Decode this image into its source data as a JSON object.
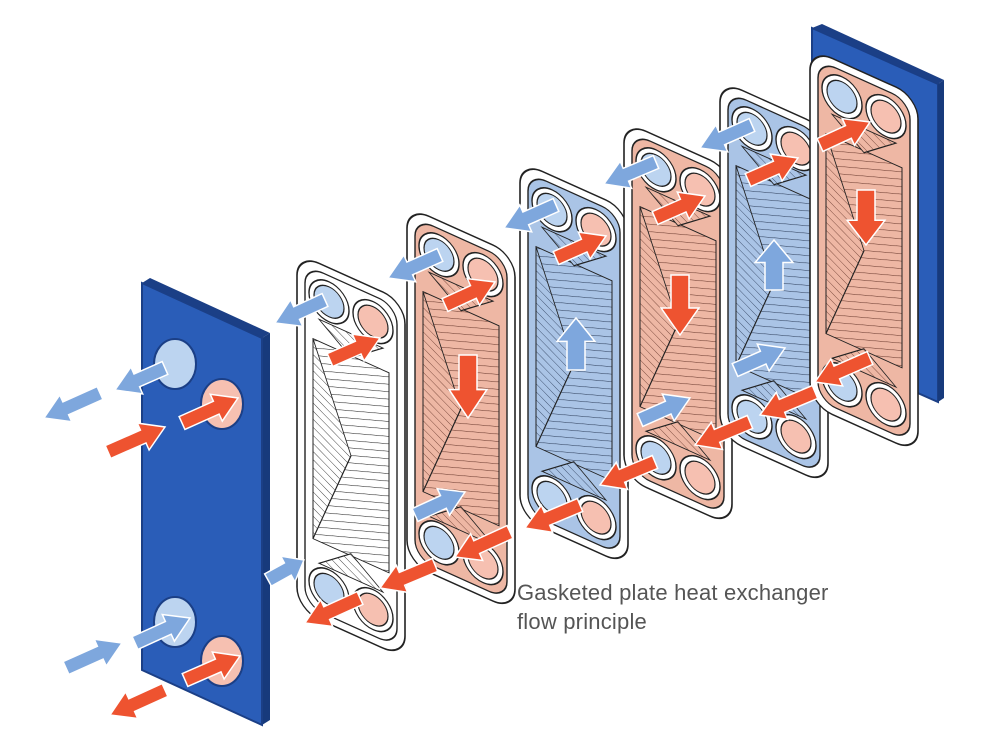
{
  "caption": {
    "line1": "Gasketed plate heat exchanger",
    "line2": "flow principle"
  },
  "colors": {
    "frame_blue": "#2a5db8",
    "frame_blue_dark": "#1b3f86",
    "cold_arrow": "#7ea7dd",
    "hot_arrow": "#ee5330",
    "hot_plate_fill": "#eeb7a4",
    "cold_plate_fill": "#aac4e6",
    "hot_port": "#f6c0b1",
    "cold_port": "#bcd4f0",
    "outline": "#222222"
  },
  "plates": [
    {
      "fill": "white",
      "flow": "none"
    },
    {
      "fill": "hot",
      "flow": "down"
    },
    {
      "fill": "cold",
      "flow": "up"
    },
    {
      "fill": "hot",
      "flow": "down"
    },
    {
      "fill": "cold",
      "flow": "up"
    },
    {
      "fill": "hot",
      "flow": "down"
    }
  ]
}
